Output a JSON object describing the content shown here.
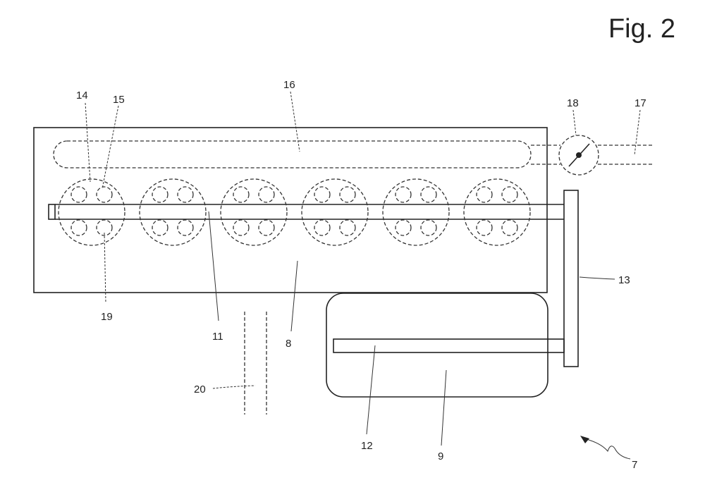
{
  "figure": {
    "title": "Fig. 2"
  },
  "labels": {
    "l7": "7",
    "l8": "8",
    "l9": "9",
    "l11": "11",
    "l12": "12",
    "l13": "13",
    "l14": "14",
    "l15": "15",
    "l16": "16",
    "l17": "17",
    "l18": "18",
    "l19": "19",
    "l20": "20"
  },
  "cylinder_count": 6,
  "valves_per_cylinder": 4
}
